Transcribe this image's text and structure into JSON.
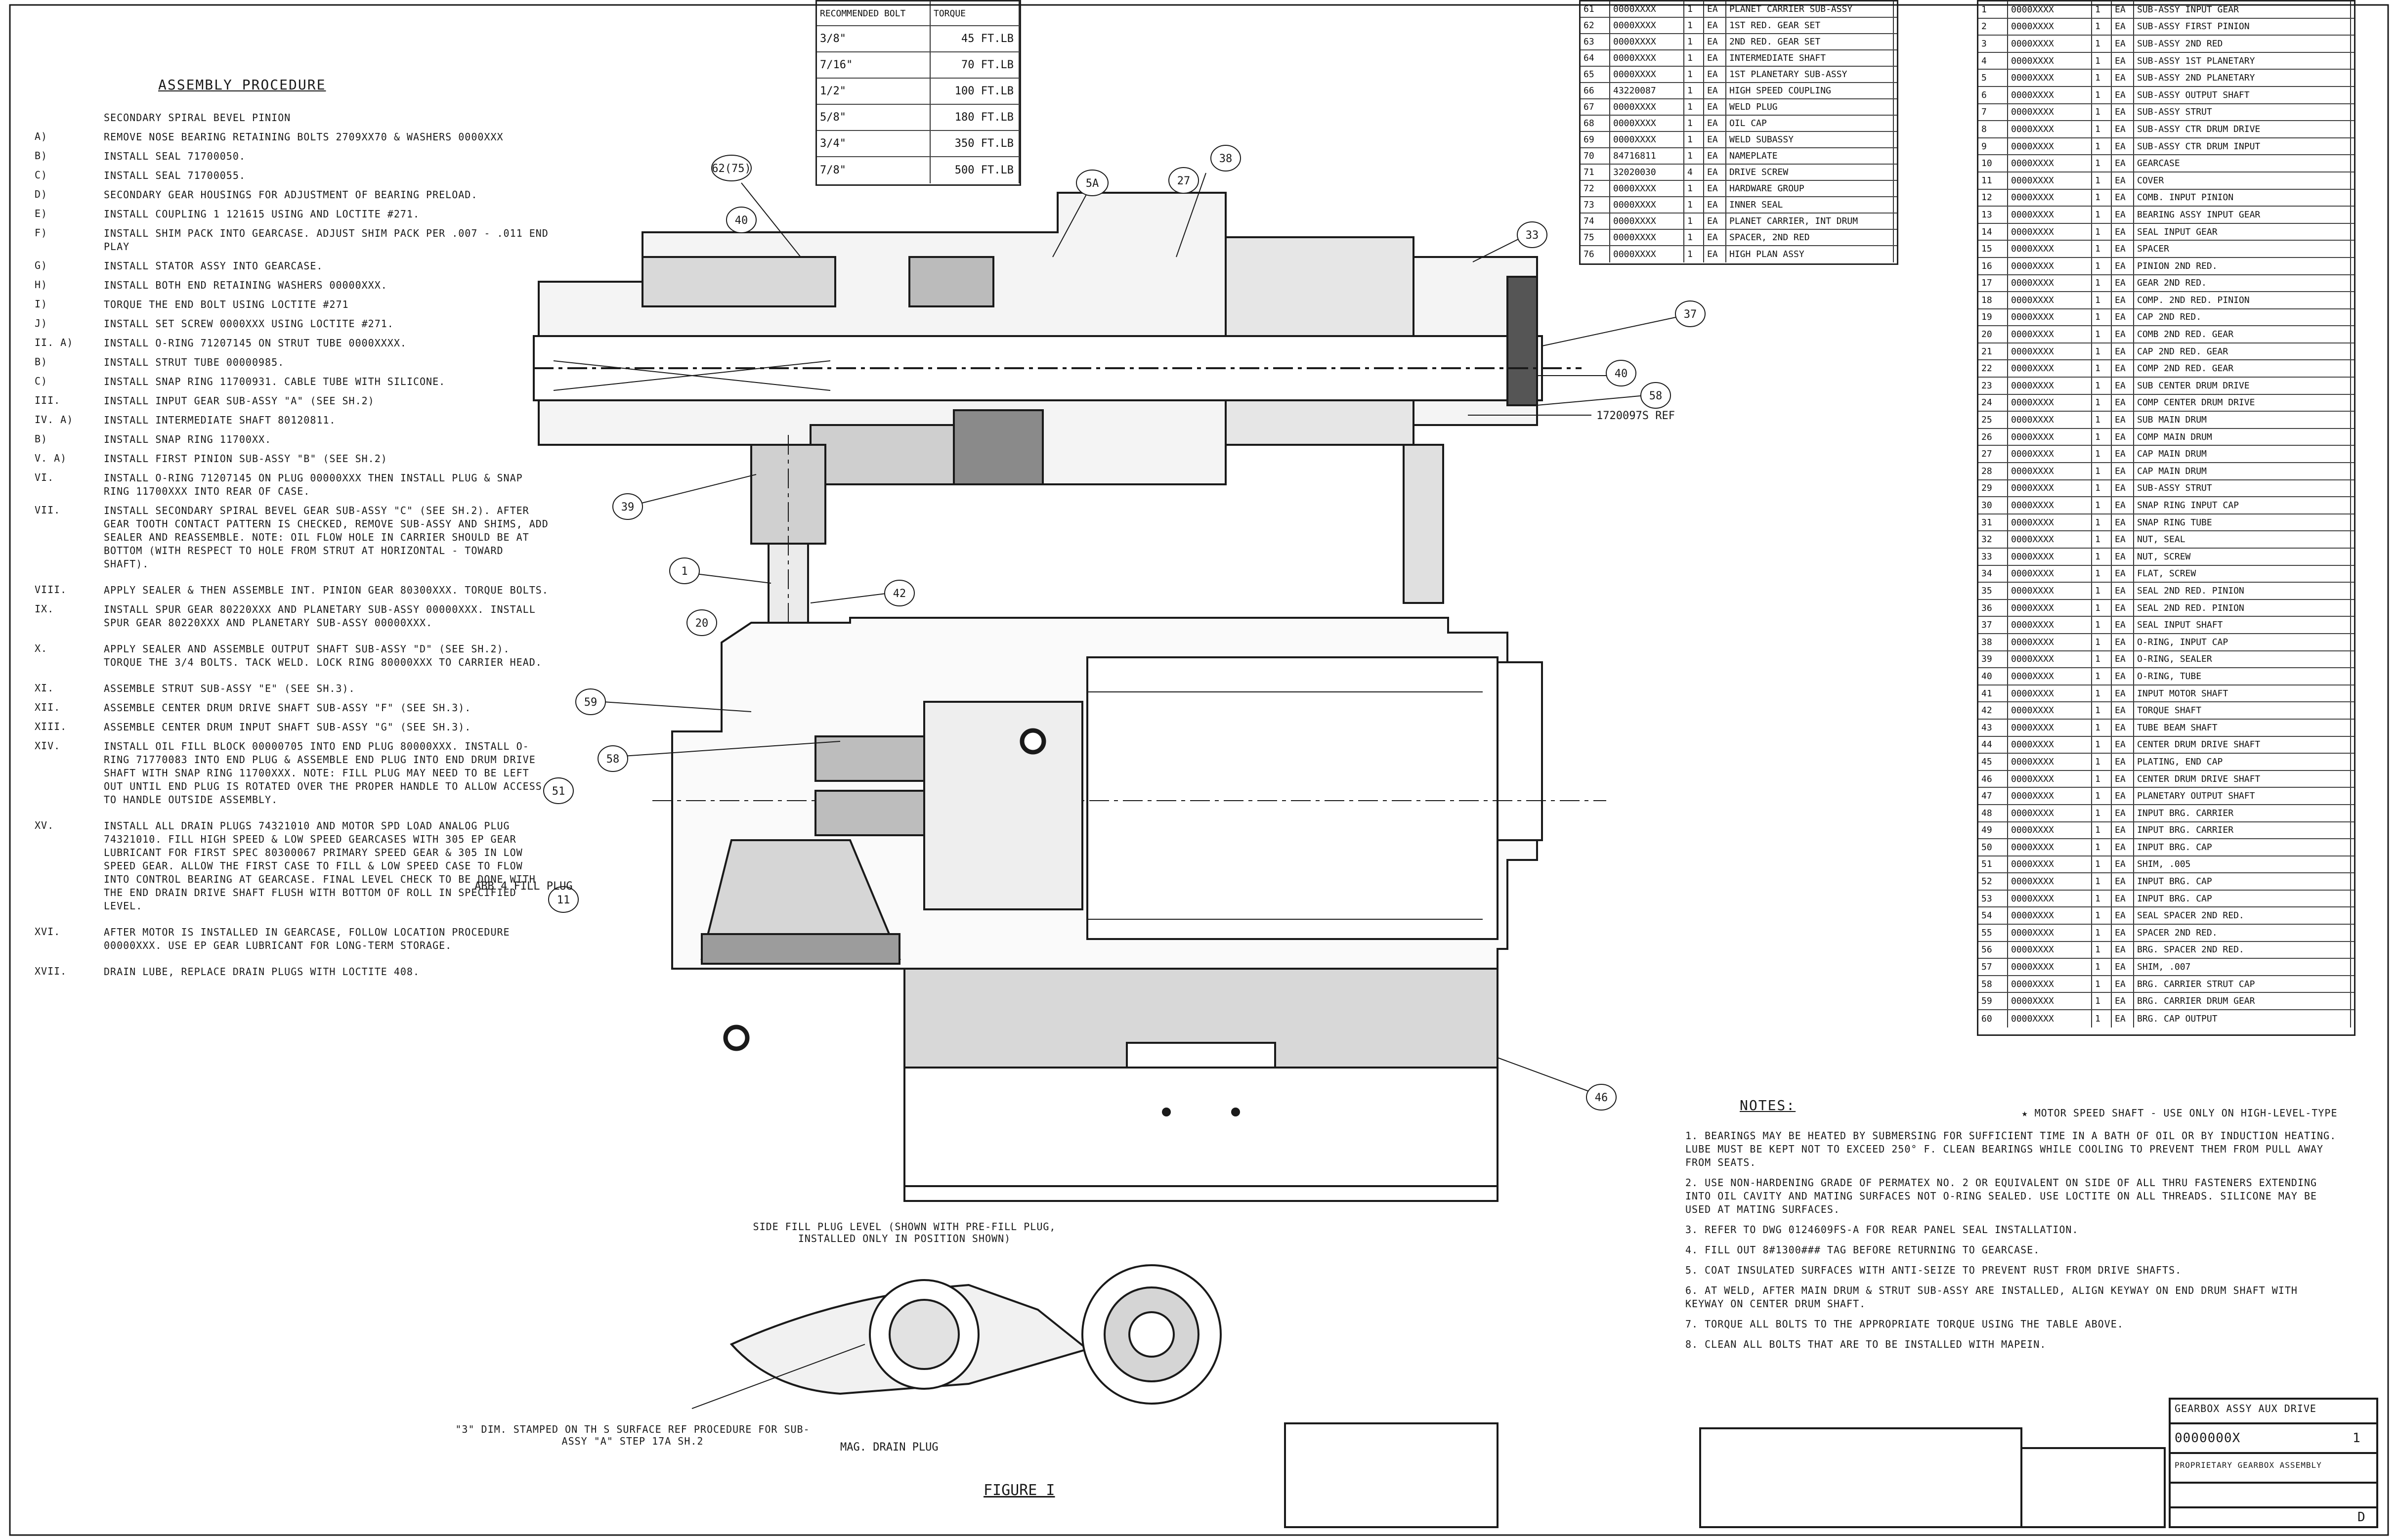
{
  "title": "ASSEMBLY PROCEDURE",
  "procedure_steps": [
    {
      "id": "",
      "text": "SECONDARY SPIRAL BEVEL PINION"
    },
    {
      "id": "A)",
      "text": "REMOVE NOSE BEARING RETAINING BOLTS 2709XX70 & WASHERS 0000XXX"
    },
    {
      "id": "B)",
      "text": "INSTALL SEAL 71700050."
    },
    {
      "id": "C)",
      "text": "INSTALL SEAL 71700055."
    },
    {
      "id": "D)",
      "text": "SECONDARY GEAR HOUSINGS FOR ADJUSTMENT OF BEARING PRELOAD."
    },
    {
      "id": "E)",
      "text": "INSTALL COUPLING 1 121615 USING AND LOCTITE #271."
    },
    {
      "id": "F)",
      "text": "INSTALL SHIM PACK INTO GEARCASE. ADJUST SHIM PACK PER .007 - .011 END PLAY"
    },
    {
      "id": "G)",
      "text": "INSTALL STATOR ASSY INTO GEARCASE."
    },
    {
      "id": "H)",
      "text": "INSTALL BOTH END RETAINING WASHERS 00000XXX."
    },
    {
      "id": "I)",
      "text": "TORQUE THE END BOLT USING LOCTITE #271"
    },
    {
      "id": "J)",
      "text": "INSTALL SET SCREW 0000XXX USING LOCTITE #271."
    },
    {
      "id": "II. A)",
      "text": "INSTALL O-RING 71207145 ON STRUT TUBE 0000XXXX."
    },
    {
      "id": "B)",
      "text": "INSTALL STRUT TUBE 00000985."
    },
    {
      "id": "C)",
      "text": "INSTALL SNAP RING 11700931. CABLE TUBE WITH SILICONE."
    },
    {
      "id": "III.",
      "text": "INSTALL INPUT GEAR SUB-ASSY \"A\" (SEE SH.2)"
    },
    {
      "id": "IV. A)",
      "text": "INSTALL INTERMEDIATE SHAFT 80120811."
    },
    {
      "id": "B)",
      "text": "INSTALL SNAP RING 11700XX."
    },
    {
      "id": "V. A)",
      "text": "INSTALL FIRST PINION SUB-ASSY \"B\" (SEE SH.2)"
    },
    {
      "id": "VI.",
      "text": "INSTALL O-RING 71207145 ON PLUG 00000XXX THEN INSTALL PLUG & SNAP RING 11700XXX INTO REAR OF CASE."
    },
    {
      "id": "VII.",
      "text": "INSTALL SECONDARY SPIRAL BEVEL GEAR SUB-ASSY \"C\" (SEE SH.2). AFTER GEAR TOOTH CONTACT PATTERN IS CHECKED, REMOVE SUB-ASSY AND SHIMS, ADD SEALER AND REASSEMBLE. NOTE: OIL FLOW HOLE IN CARRIER SHOULD BE AT BOTTOM (WITH RESPECT TO HOLE FROM STRUT AT HORIZONTAL - TOWARD SHAFT)."
    },
    {
      "id": "VIII.",
      "text": "APPLY SEALER & THEN ASSEMBLE INT. PINION GEAR 80300XXX. TORQUE BOLTS."
    },
    {
      "id": "IX.",
      "text": "INSTALL SPUR GEAR 80220XXX AND PLANETARY SUB-ASSY 00000XXX. INSTALL SPUR GEAR 80220XXX AND PLANETARY SUB-ASSY 00000XXX."
    },
    {
      "id": "X.",
      "text": "APPLY SEALER AND ASSEMBLE OUTPUT SHAFT SUB-ASSY \"D\" (SEE SH.2). TORQUE THE 3/4 BOLTS. TACK WELD. LOCK RING 80000XXX TO CARRIER HEAD."
    },
    {
      "id": "XI.",
      "text": "ASSEMBLE STRUT SUB-ASSY \"E\" (SEE SH.3)."
    },
    {
      "id": "XII.",
      "text": "ASSEMBLE CENTER DRUM DRIVE SHAFT SUB-ASSY \"F\" (SEE SH.3)."
    },
    {
      "id": "XIII.",
      "text": "ASSEMBLE CENTER DRUM INPUT SHAFT SUB-ASSY \"G\" (SEE SH.3)."
    },
    {
      "id": "XIV.",
      "text": "INSTALL OIL FILL BLOCK 00000705 INTO END PLUG 80000XXX. INSTALL O-RING 71770083 INTO END PLUG & ASSEMBLE END PLUG INTO END DRUM DRIVE SHAFT WITH SNAP RING 11700XXX. NOTE: FILL PLUG MAY NEED TO BE LEFT OUT UNTIL END PLUG IS ROTATED OVER THE PROPER HANDLE TO ALLOW ACCESS TO HANDLE OUTSIDE ASSEMBLY."
    },
    {
      "id": "XV.",
      "text": "INSTALL ALL DRAIN PLUGS 74321010 AND MOTOR SPD LOAD ANALOG PLUG 74321010. FILL HIGH SPEED & LOW SPEED GEARCASES WITH 305 EP GEAR LUBRICANT FOR FIRST SPEC 80300067 PRIMARY SPEED GEAR & 305 IN LOW SPEED GEAR. ALLOW THE FIRST CASE TO FILL & LOW SPEED CASE TO FLOW INTO CONTROL BEARING AT GEARCASE. FINAL LEVEL CHECK TO BE DONE WITH THE END DRAIN DRIVE SHAFT FLUSH WITH BOTTOM OF ROLL IN SPECIFIED LEVEL."
    },
    {
      "id": "XVI.",
      "text": "AFTER MOTOR IS INSTALLED IN GEARCASE, FOLLOW LOCATION PROCEDURE 00000XXX. USE EP GEAR LUBRICANT FOR LONG-TERM STORAGE."
    },
    {
      "id": "XVII.",
      "text": "DRAIN LUBE, REPLACE DRAIN PLUGS WITH LOCTITE 408."
    }
  ],
  "torque_table": {
    "header": [
      "RECOMMENDED BOLT",
      "TORQUE"
    ],
    "rows": [
      [
        "3/8\"",
        "45 FT.LB"
      ],
      [
        "7/16\"",
        "70 FT.LB"
      ],
      [
        "1/2\"",
        "100 FT.LB"
      ],
      [
        "5/8\"",
        "180 FT.LB"
      ],
      [
        "3/4\"",
        "350 FT.LB"
      ],
      [
        "7/8\"",
        "500 FT.LB"
      ]
    ]
  },
  "parts_list_top": [
    [
      "61",
      "0000XXXX",
      "1",
      "EA",
      "PLANET CARRIER SUB-ASSY"
    ],
    [
      "62",
      "0000XXXX",
      "1",
      "EA",
      "1ST RED. GEAR SET"
    ],
    [
      "63",
      "0000XXXX",
      "1",
      "EA",
      "2ND RED. GEAR SET"
    ],
    [
      "64",
      "0000XXXX",
      "1",
      "EA",
      "INTERMEDIATE SHAFT"
    ],
    [
      "65",
      "0000XXXX",
      "1",
      "EA",
      "1ST PLANETARY SUB-ASSY"
    ],
    [
      "66",
      "43220087",
      "1",
      "EA",
      "HIGH SPEED COUPLING"
    ],
    [
      "67",
      "0000XXXX",
      "1",
      "EA",
      "WELD PLUG"
    ],
    [
      "68",
      "0000XXXX",
      "1",
      "EA",
      "OIL CAP"
    ],
    [
      "69",
      "0000XXXX",
      "1",
      "EA",
      "WELD SUBASSY"
    ],
    [
      "70",
      "84716811",
      "1",
      "EA",
      "NAMEPLATE"
    ],
    [
      "71",
      "32020030",
      "4",
      "EA",
      "DRIVE SCREW"
    ],
    [
      "72",
      "0000XXXX",
      "1",
      "EA",
      "HARDWARE GROUP"
    ],
    [
      "73",
      "0000XXXX",
      "1",
      "EA",
      "INNER SEAL"
    ],
    [
      "74",
      "0000XXXX",
      "1",
      "EA",
      "PLANET CARRIER, INT DRUM"
    ],
    [
      "75",
      "0000XXXX",
      "1",
      "EA",
      "SPACER, 2ND RED"
    ],
    [
      "76",
      "0000XXXX",
      "1",
      "EA",
      "HIGH PLAN ASSY"
    ]
  ],
  "parts_list_right": [
    [
      "1",
      "0000XXXX",
      "1",
      "EA",
      "SUB-ASSY INPUT GEAR"
    ],
    [
      "2",
      "0000XXXX",
      "1",
      "EA",
      "SUB-ASSY FIRST PINION"
    ],
    [
      "3",
      "0000XXXX",
      "1",
      "EA",
      "SUB-ASSY 2ND RED"
    ],
    [
      "4",
      "0000XXXX",
      "1",
      "EA",
      "SUB-ASSY 1ST PLANETARY"
    ],
    [
      "5",
      "0000XXXX",
      "1",
      "EA",
      "SUB-ASSY 2ND PLANETARY"
    ],
    [
      "6",
      "0000XXXX",
      "1",
      "EA",
      "SUB-ASSY OUTPUT SHAFT"
    ],
    [
      "7",
      "0000XXXX",
      "1",
      "EA",
      "SUB-ASSY STRUT"
    ],
    [
      "8",
      "0000XXXX",
      "1",
      "EA",
      "SUB-ASSY CTR DRUM DRIVE"
    ],
    [
      "9",
      "0000XXXX",
      "1",
      "EA",
      "SUB-ASSY CTR DRUM INPUT"
    ],
    [
      "10",
      "0000XXXX",
      "1",
      "EA",
      "GEARCASE"
    ],
    [
      "11",
      "0000XXXX",
      "1",
      "EA",
      "COVER"
    ],
    [
      "12",
      "0000XXXX",
      "1",
      "EA",
      "COMB. INPUT PINION"
    ],
    [
      "13",
      "0000XXXX",
      "1",
      "EA",
      "BEARING ASSY INPUT GEAR"
    ],
    [
      "14",
      "0000XXXX",
      "1",
      "EA",
      "SEAL INPUT GEAR"
    ],
    [
      "15",
      "0000XXXX",
      "1",
      "EA",
      "SPACER"
    ],
    [
      "16",
      "0000XXXX",
      "1",
      "EA",
      "PINION 2ND RED."
    ],
    [
      "17",
      "0000XXXX",
      "1",
      "EA",
      "GEAR 2ND RED."
    ],
    [
      "18",
      "0000XXXX",
      "1",
      "EA",
      "COMP. 2ND RED. PINION"
    ],
    [
      "19",
      "0000XXXX",
      "1",
      "EA",
      "CAP 2ND RED."
    ],
    [
      "20",
      "0000XXXX",
      "1",
      "EA",
      "COMB 2ND RED. GEAR"
    ],
    [
      "21",
      "0000XXXX",
      "1",
      "EA",
      "CAP 2ND RED. GEAR"
    ],
    [
      "22",
      "0000XXXX",
      "1",
      "EA",
      "COMP 2ND RED. GEAR"
    ],
    [
      "23",
      "0000XXXX",
      "1",
      "EA",
      "SUB CENTER DRUM DRIVE"
    ],
    [
      "24",
      "0000XXXX",
      "1",
      "EA",
      "COMP CENTER DRUM DRIVE"
    ],
    [
      "25",
      "0000XXXX",
      "1",
      "EA",
      "SUB MAIN DRUM"
    ],
    [
      "26",
      "0000XXXX",
      "1",
      "EA",
      "COMP MAIN DRUM"
    ],
    [
      "27",
      "0000XXXX",
      "1",
      "EA",
      "CAP MAIN DRUM"
    ],
    [
      "28",
      "0000XXXX",
      "1",
      "EA",
      "CAP MAIN DRUM"
    ],
    [
      "29",
      "0000XXXX",
      "1",
      "EA",
      "SUB-ASSY STRUT"
    ],
    [
      "30",
      "0000XXXX",
      "1",
      "EA",
      "SNAP RING INPUT CAP"
    ],
    [
      "31",
      "0000XXXX",
      "1",
      "EA",
      "SNAP RING TUBE"
    ],
    [
      "32",
      "0000XXXX",
      "1",
      "EA",
      "NUT, SEAL"
    ],
    [
      "33",
      "0000XXXX",
      "1",
      "EA",
      "NUT, SCREW"
    ],
    [
      "34",
      "0000XXXX",
      "1",
      "EA",
      "FLAT, SCREW"
    ],
    [
      "35",
      "0000XXXX",
      "1",
      "EA",
      "SEAL 2ND RED. PINION"
    ],
    [
      "36",
      "0000XXXX",
      "1",
      "EA",
      "SEAL 2ND RED. PINION"
    ],
    [
      "37",
      "0000XXXX",
      "1",
      "EA",
      "SEAL INPUT SHAFT"
    ],
    [
      "38",
      "0000XXXX",
      "1",
      "EA",
      "O-RING, INPUT CAP"
    ],
    [
      "39",
      "0000XXXX",
      "1",
      "EA",
      "O-RING, SEALER"
    ],
    [
      "40",
      "0000XXXX",
      "1",
      "EA",
      "O-RING, TUBE"
    ],
    [
      "41",
      "0000XXXX",
      "1",
      "EA",
      "INPUT MOTOR SHAFT"
    ],
    [
      "42",
      "0000XXXX",
      "1",
      "EA",
      "TORQUE SHAFT"
    ],
    [
      "43",
      "0000XXXX",
      "1",
      "EA",
      "TUBE BEAM SHAFT"
    ],
    [
      "44",
      "0000XXXX",
      "1",
      "EA",
      "CENTER DRUM DRIVE SHAFT"
    ],
    [
      "45",
      "0000XXXX",
      "1",
      "EA",
      "PLATING, END CAP"
    ],
    [
      "46",
      "0000XXXX",
      "1",
      "EA",
      "CENTER DRUM DRIVE SHAFT"
    ],
    [
      "47",
      "0000XXXX",
      "1",
      "EA",
      "PLANETARY OUTPUT SHAFT"
    ],
    [
      "48",
      "0000XXXX",
      "1",
      "EA",
      "INPUT BRG. CARRIER"
    ],
    [
      "49",
      "0000XXXX",
      "1",
      "EA",
      "INPUT BRG. CARRIER"
    ],
    [
      "50",
      "0000XXXX",
      "1",
      "EA",
      "INPUT BRG. CAP"
    ],
    [
      "51",
      "0000XXXX",
      "1",
      "EA",
      "SHIM, .005"
    ],
    [
      "52",
      "0000XXXX",
      "1",
      "EA",
      "INPUT BRG. CAP"
    ],
    [
      "53",
      "0000XXXX",
      "1",
      "EA",
      "INPUT BRG. CAP"
    ],
    [
      "54",
      "0000XXXX",
      "1",
      "EA",
      "SEAL SPACER 2ND RED."
    ],
    [
      "55",
      "0000XXXX",
      "1",
      "EA",
      "SPACER 2ND RED."
    ],
    [
      "56",
      "0000XXXX",
      "1",
      "EA",
      "BRG. SPACER 2ND RED."
    ],
    [
      "57",
      "0000XXXX",
      "1",
      "EA",
      "SHIM, .007"
    ],
    [
      "58",
      "0000XXXX",
      "1",
      "EA",
      "BRG. CARRIER STRUT CAP"
    ],
    [
      "59",
      "0000XXXX",
      "1",
      "EA",
      "BRG. CARRIER DRUM GEAR"
    ],
    [
      "60",
      "0000XXXX",
      "1",
      "EA",
      "BRG. CAP OUTPUT"
    ]
  ],
  "parts_note": "★ MOTOR SPEED SHAFT - USE ONLY ON HIGH-LEVEL-TYPE",
  "notes_title": "NOTES:",
  "notes": [
    "1. BEARINGS MAY BE HEATED BY SUBMERSING FOR SUFFICIENT TIME IN A BATH OF OIL OR BY INDUCTION HEATING. LUBE MUST BE KEPT NOT TO EXCEED 250° F. CLEAN BEARINGS WHILE COOLING TO PREVENT THEM FROM PULL AWAY FROM SEATS.",
    "2. USE NON-HARDENING GRADE OF PERMATEX NO. 2 OR EQUIVALENT ON SIDE OF ALL THRU FASTENERS EXTENDING INTO OIL CAVITY AND MATING SURFACES NOT O-RING SEALED. USE LOCTITE ON ALL THREADS. SILICONE MAY BE USED AT MATING SURFACES.",
    "3. REFER TO DWG 0124609FS-A FOR REAR PANEL SEAL INSTALLATION.",
    "4. FILL OUT 8#1300### TAG BEFORE RETURNING TO GEARCASE.",
    "5. COAT INSULATED SURFACES WITH ANTI-SEIZE TO PREVENT RUST FROM DRIVE SHAFTS.",
    "6. AT WELD, AFTER MAIN DRUM & STRUT SUB-ASSY ARE INSTALLED, ALIGN KEYWAY ON END DRUM SHAFT WITH KEYWAY ON CENTER DRUM SHAFT.",
    "7. TORQUE ALL BOLTS TO THE APPROPRIATE TORQUE USING THE TABLE ABOVE.",
    "8. CLEAN ALL BOLTS THAT ARE TO BE INSTALLED WITH MAPEIN."
  ],
  "callouts": [
    "62(75)",
    "40",
    "5A",
    "27",
    "38",
    "33",
    "37",
    "40",
    "58",
    "39",
    "1",
    "42",
    "20",
    "59",
    "58",
    "51",
    "11",
    "46"
  ],
  "dim_label": "1720097S REF",
  "pump_label": "ABB 4 FILL PLUG",
  "view_note": "SIDE FILL PLUG LEVEL (SHOWN WITH PRE-FILL PLUG, INSTALLED ONLY IN POSITION SHOWN)",
  "stamp_note": "\"3\" DIM. STAMPED ON TH S SURFACE REF PROCEDURE FOR SUB-ASSY \"A\" STEP 17A SH.2",
  "drain_note": "MAG. DRAIN PLUG",
  "figure_label": "FIGURE I",
  "title_block": {
    "dwg_title": "GEARBOX ASSY AUX DRIVE",
    "dwg_no": "0000000X",
    "sheet": "1",
    "company": "PROPRIETARY GEARBOX ASSEMBLY",
    "size": "D"
  },
  "colors": {
    "ink": "#1a1a1a",
    "paper": "#ffffff",
    "shade": "#c8c8c8",
    "dark": "#404040"
  }
}
